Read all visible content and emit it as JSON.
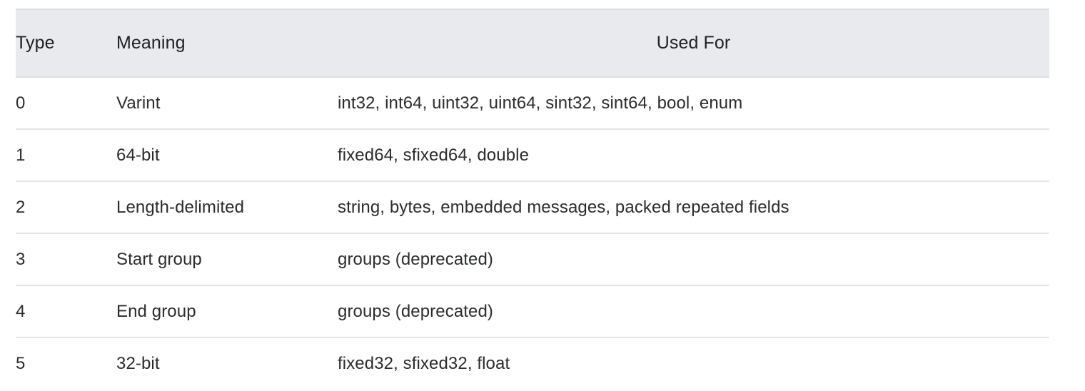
{
  "table": {
    "name": "protobuf-wire-types",
    "columns": [
      {
        "key": "type",
        "label": "Type",
        "align": "left"
      },
      {
        "key": "meaning",
        "label": "Meaning",
        "align": "left"
      },
      {
        "key": "usedfor",
        "label": "Used For",
        "align": "center"
      }
    ],
    "header_background": "#e8eaed",
    "header_border_color": "#dcdddf",
    "row_divider_color": "#e4e5e7",
    "text_color": "#2b2c2e",
    "header_text_color": "#202124",
    "rows": [
      {
        "type": "0",
        "meaning": "Varint",
        "usedfor": "int32, int64, uint32, uint64, sint32, sint64, bool, enum"
      },
      {
        "type": "1",
        "meaning": "64-bit",
        "usedfor": "fixed64, sfixed64, double"
      },
      {
        "type": "2",
        "meaning": "Length-delimited",
        "usedfor": "string, bytes, embedded messages, packed repeated fields"
      },
      {
        "type": "3",
        "meaning": "Start group",
        "usedfor": "groups (deprecated)"
      },
      {
        "type": "4",
        "meaning": "End group",
        "usedfor": "groups (deprecated)"
      },
      {
        "type": "5",
        "meaning": "32-bit",
        "usedfor": "fixed32, sfixed32, float"
      }
    ]
  }
}
